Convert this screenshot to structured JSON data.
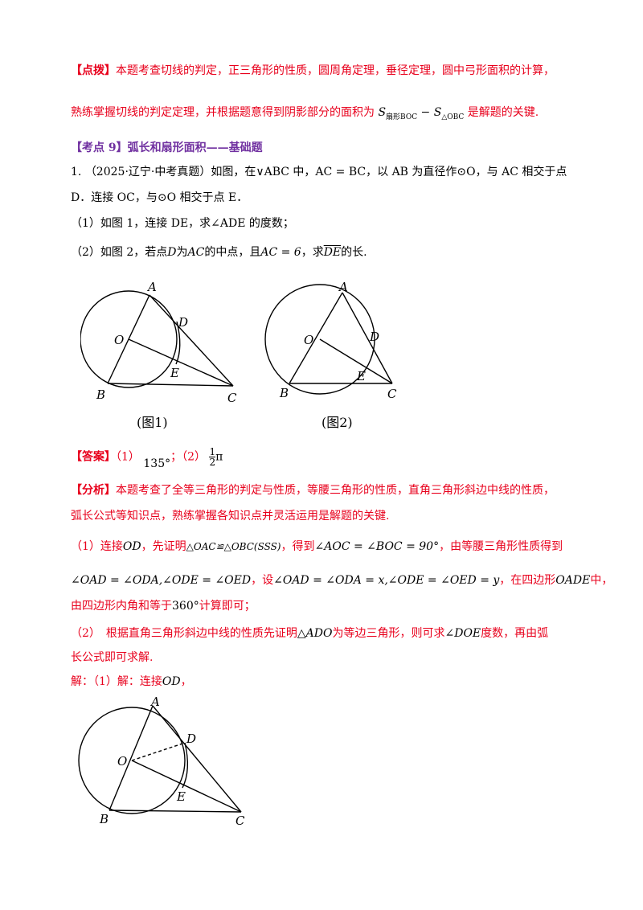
{
  "tip": {
    "label": "【点拨】",
    "line1": "本题考查切线的判定，正三角形的性质，圆周角定理，垂径定理，圆中弓形面积的计算，",
    "line2_a": "熟练掌握切线的判定定理，并根据题意得到阴影部分的面积为",
    "formula_S1": "S",
    "formula_sub1": "扇形BOC",
    "formula_minus": " − ",
    "formula_S2": "S",
    "formula_sub2": "△OBC",
    "line2_b": "是解题的关键."
  },
  "section": {
    "title": "【考点 9】弧长和扇形面积——基础题"
  },
  "problem": {
    "number": "1.",
    "source": "（2025·辽宁·中考真题）",
    "line1": "如图，在∨ABC 中，AC = BC，以 AB 为直径作⊙O，与 AC 相交于点",
    "line2": "D．连接 OC，与⊙O 相交于点 E．",
    "part1": "（1）如图 1，连接 DE，求∠ADE 的度数；",
    "part2_a": "（2）如图 2，若点",
    "part2_D": "D",
    "part2_b": "为",
    "part2_AC": "AC",
    "part2_c": "的中点，且",
    "part2_cond": "AC = 6",
    "part2_d": "，求",
    "part2_arc": "DE",
    "part2_e": "的长."
  },
  "figures": {
    "fig1_caption": "(图1)",
    "fig2_caption": "(图2)",
    "labels": {
      "A": "A",
      "B": "B",
      "C": "C",
      "D": "D",
      "E": "E",
      "O": "O"
    }
  },
  "answer": {
    "label": "【答案】",
    "p1": "（1）",
    "v1": "135°",
    "sep": "；",
    "p2": "（2）",
    "v2_num": "1",
    "v2_den": "2",
    "v2_pi": "π"
  },
  "analysis": {
    "label": "【分析】",
    "line1": "本题考查了全等三角形的判定与性质，等腰三角形的性质，直角三角形斜边中线的性质，",
    "line2": "弧长公式等知识点，熟练掌握各知识点并灵活运用是解题的关键.",
    "s1_a": "（1）连接",
    "s1_OD": "OD",
    "s1_b": "，先证明",
    "s1_congr": "△OAC≌△OBC(SSS)",
    "s1_c": "，得到",
    "s1_angle": "∠AOC = ∠BOC = 90°",
    "s1_d": "，由等腰三角形性质得到",
    "s2_math1": "∠OAD = ∠ODA,∠ODE = ∠OED",
    "s2_a": "，设",
    "s2_math2": "∠OAD = ∠ODA = x,∠ODE = ∠OED = y",
    "s2_b": "，在四边形",
    "s2_quad": "OADE",
    "s2_c": "中，",
    "s3_a": "由四边形内角和等于",
    "s3_360": "360°",
    "s3_b": "计算即可；",
    "s4_a": "（2）　根据直角三角形斜边中线的性质先证明",
    "s4_tri": "△ADO",
    "s4_b": "为等边三角形，则可求",
    "s4_angle": "∠DOE",
    "s4_c": "度数，再由弧",
    "s5": "长公式即可求解.",
    "sol_a": "解：（1）解：连接",
    "sol_OD": "OD",
    "sol_b": "，"
  },
  "colors": {
    "red": "#e8001c",
    "purple": "#7030a0"
  }
}
